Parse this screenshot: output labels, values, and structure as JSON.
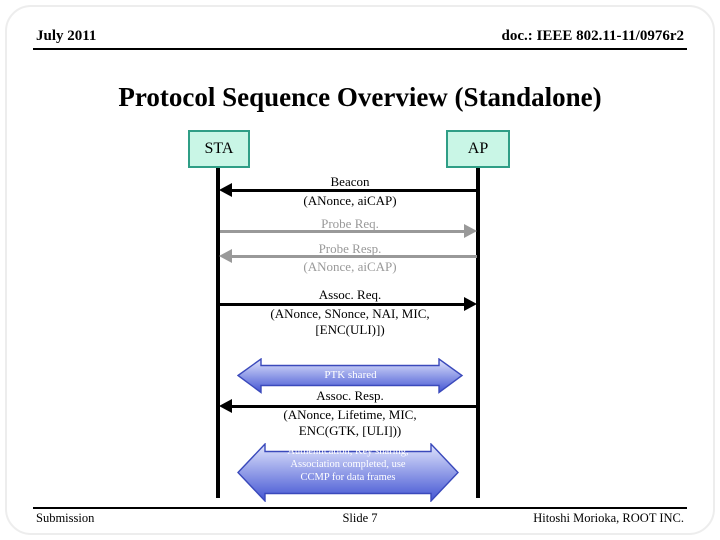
{
  "header": {
    "date": "July 2011",
    "doc": "doc.: IEEE 802.11-11/0976r2"
  },
  "title": "Protocol Sequence Overview (Standalone)",
  "diagram": {
    "actors": {
      "sta": "STA",
      "ap": "AP"
    },
    "messages": {
      "beacon": {
        "label": "Beacon",
        "detail": "(ANonce, aiCAP)",
        "direction": "ap-to-sta"
      },
      "probe_req": {
        "label": "Probe Req.",
        "direction": "sta-to-ap"
      },
      "probe_resp": {
        "label": "Probe Resp.",
        "detail": "(ANonce, aiCAP)",
        "direction": "ap-to-sta"
      },
      "assoc_req": {
        "label": "Assoc. Req.",
        "detail_line1": "(ANonce, SNonce, NAI, MIC,",
        "detail_line2": "[ENC(ULI)])",
        "direction": "sta-to-ap"
      },
      "assoc_resp": {
        "label": "Assoc. Resp.",
        "detail_line1": "(ANonce, Lifetime, MIC,",
        "detail_line2": "ENC(GTK, [ULI]))",
        "direction": "ap-to-sta"
      }
    },
    "shared_states": {
      "ptk": {
        "label": "PTK shared"
      },
      "auth": {
        "line1": "Authentication, Key sharing,",
        "line2": "Association completed, use",
        "line3": "CCMP for data frames"
      }
    }
  },
  "footer": {
    "left": "Submission",
    "center": "Slide 7",
    "right": "Hitoshi Morioka, ROOT INC."
  },
  "colors": {
    "actor_fill": "#c9f6e6",
    "actor_border": "#2f9e86",
    "gray_arrow": "#999999",
    "black_arrow": "#000000",
    "blue_arrow_top": "#e0e4fc",
    "blue_arrow_bottom": "#4355d3",
    "blue_arrow_border": "#3a49bb"
  }
}
